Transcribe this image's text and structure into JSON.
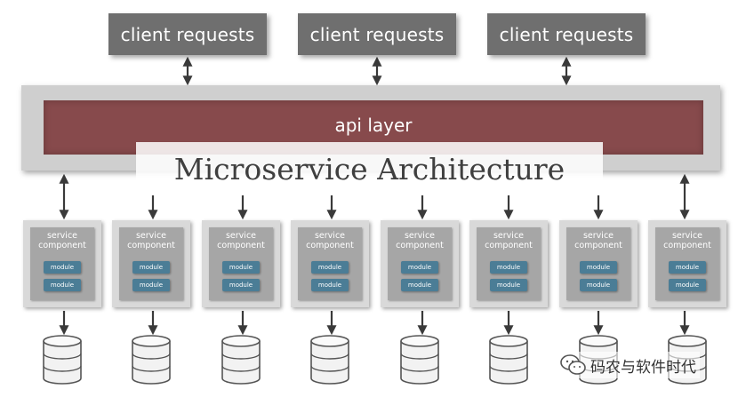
{
  "diagram": {
    "clients": [
      {
        "label": "client requests"
      },
      {
        "label": "client requests"
      },
      {
        "label": "client requests"
      }
    ],
    "api_layer": {
      "label": "api layer"
    },
    "overlay_title": "Microservice Architecture",
    "services": [
      {
        "label": "service component",
        "modules": [
          "module",
          "module"
        ]
      },
      {
        "label": "service component",
        "modules": [
          "module",
          "module"
        ]
      },
      {
        "label": "service component",
        "modules": [
          "module",
          "module"
        ]
      },
      {
        "label": "service component",
        "modules": [
          "module",
          "module"
        ]
      },
      {
        "label": "service component",
        "modules": [
          "module",
          "module"
        ]
      },
      {
        "label": "service component",
        "modules": [
          "module",
          "module"
        ]
      },
      {
        "label": "service component",
        "modules": [
          "module",
          "module"
        ]
      },
      {
        "label": "service component",
        "modules": [
          "module",
          "module"
        ]
      }
    ],
    "databases": 8
  },
  "watermark": {
    "text": "码农与软件时代",
    "icon": "wechat-icon"
  },
  "colors": {
    "client_box": "#6f6f6f",
    "api_frame": "#cfcfcf",
    "api_layer": "#874a4c",
    "service_outer": "#d9d9d9",
    "service_inner": "#a6a6a6",
    "module": "#4b7d96",
    "arrow": "#3a3a3a"
  }
}
